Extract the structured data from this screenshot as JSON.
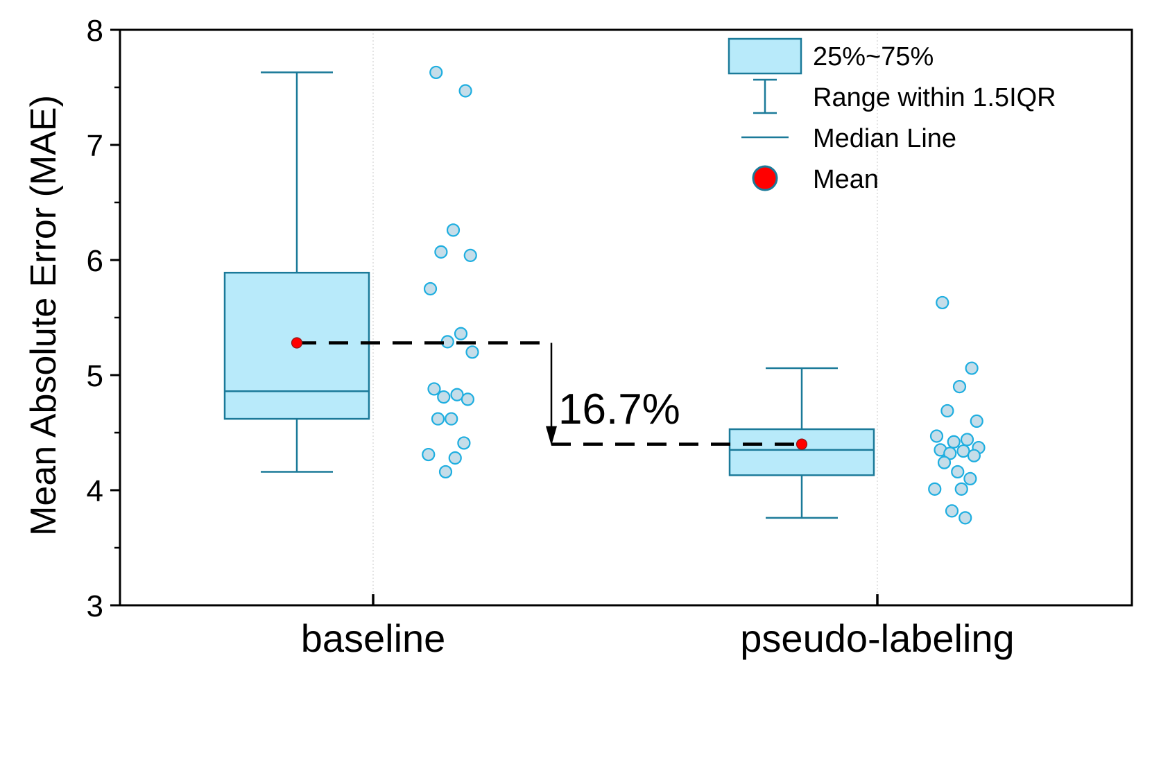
{
  "chart_data": {
    "type": "box",
    "categories": [
      "baseline",
      "pseudo-labeling"
    ],
    "ylabel": "Mean Absolute Error (MAE)",
    "xlabel": "",
    "ylim": [
      3,
      8
    ],
    "yticks": [
      "3",
      "4",
      "5",
      "6",
      "7",
      "8"
    ],
    "grid": "vertical dotted at categories",
    "legend_position": "top-right",
    "legend": [
      {
        "key": "box",
        "label": "25%~75%"
      },
      {
        "key": "whisker",
        "label": "Range within 1.5IQR"
      },
      {
        "key": "median",
        "label": "Median Line"
      },
      {
        "key": "mean",
        "label": "Mean"
      }
    ],
    "colors": {
      "box_fill": "#b8eafa",
      "box_stroke": "#1b7a99",
      "point_fill": "#c5dde9",
      "point_stroke": "#1eaee0",
      "mean": "#ff0000",
      "annotation": "#000000"
    },
    "series": [
      {
        "category": "baseline",
        "q1": 4.62,
        "median": 4.86,
        "q3": 5.89,
        "whisker_low": 4.16,
        "whisker_high": 7.63,
        "mean": 5.28,
        "points": [
          7.63,
          7.47,
          6.26,
          6.07,
          6.04,
          5.75,
          5.36,
          5.29,
          5.2,
          4.88,
          4.83,
          4.81,
          4.79,
          4.62,
          4.62,
          4.41,
          4.31,
          4.28,
          4.16
        ]
      },
      {
        "category": "pseudo-labeling",
        "q1": 4.13,
        "median": 4.35,
        "q3": 4.53,
        "whisker_low": 3.76,
        "whisker_high": 5.06,
        "mean": 4.4,
        "points": [
          5.63,
          5.06,
          4.9,
          4.69,
          4.6,
          4.47,
          4.44,
          4.42,
          4.37,
          4.35,
          4.34,
          4.32,
          4.3,
          4.24,
          4.16,
          4.1,
          4.01,
          4.01,
          3.82,
          3.76
        ]
      }
    ],
    "annotation": {
      "text": "16.7%",
      "from": 5.28,
      "to": 4.4
    }
  }
}
